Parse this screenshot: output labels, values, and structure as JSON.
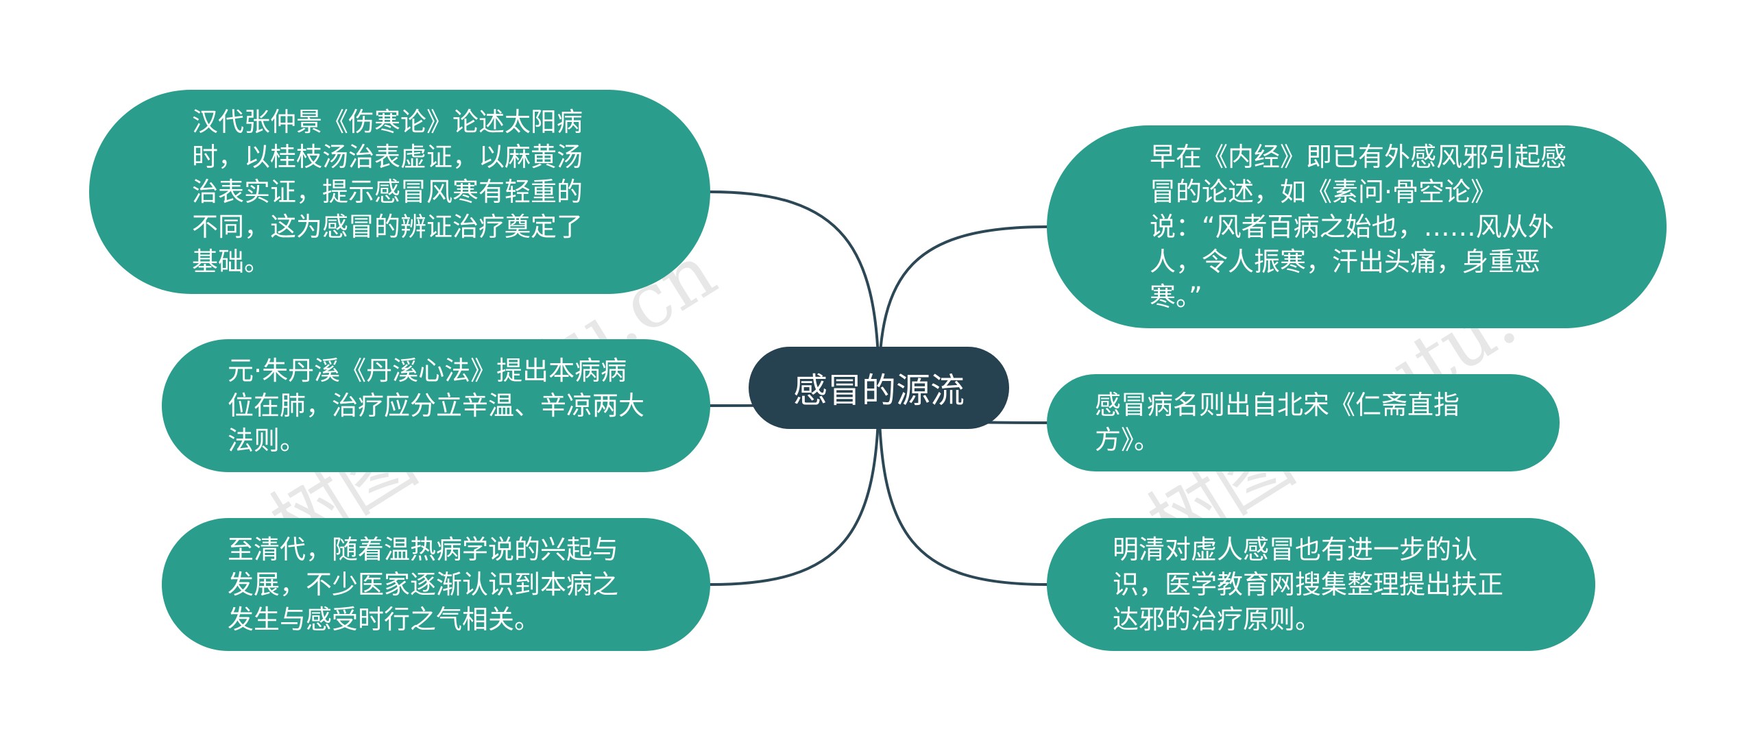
{
  "center": {
    "label": "感冒的源流"
  },
  "nodes": [
    {
      "id": "n1",
      "text": "汉代张仲景《伤寒论》论述太阳病时，以桂枝汤治表虚证，以麻黄汤治表实证，提示感冒风寒有轻重的不同，这为感冒的辨证治疗奠定了基础。"
    },
    {
      "id": "n2",
      "text": "元·朱丹溪《丹溪心法》提出本病病位在肺，治疗应分立辛温、辛凉两大法则。"
    },
    {
      "id": "n3",
      "text": "至清代，随着温热病学说的兴起与发展，不少医家逐渐认识到本病之发生与感受时行之气相关。"
    },
    {
      "id": "n4",
      "text": "早在《内经》即已有外感风邪引起感冒的论述，如《素问·骨空论》说：“风者百病之始也，……风从外人，令人振寒，汗出头痛，身重恶寒。”"
    },
    {
      "id": "n5",
      "text": "感冒病名则出自北宋《仁斋直指方》。"
    },
    {
      "id": "n6",
      "text": "明清对虚人感冒也有进一步的认识，医学教育网搜集整理提出扶正达邪的治疗原则。"
    }
  ],
  "watermark": {
    "text": "树图 shutu.cn"
  },
  "colors": {
    "center_fill": "#26414f",
    "node_fill": "#2a9d8c",
    "connector": "#2c4755",
    "text": "#ffffff"
  }
}
